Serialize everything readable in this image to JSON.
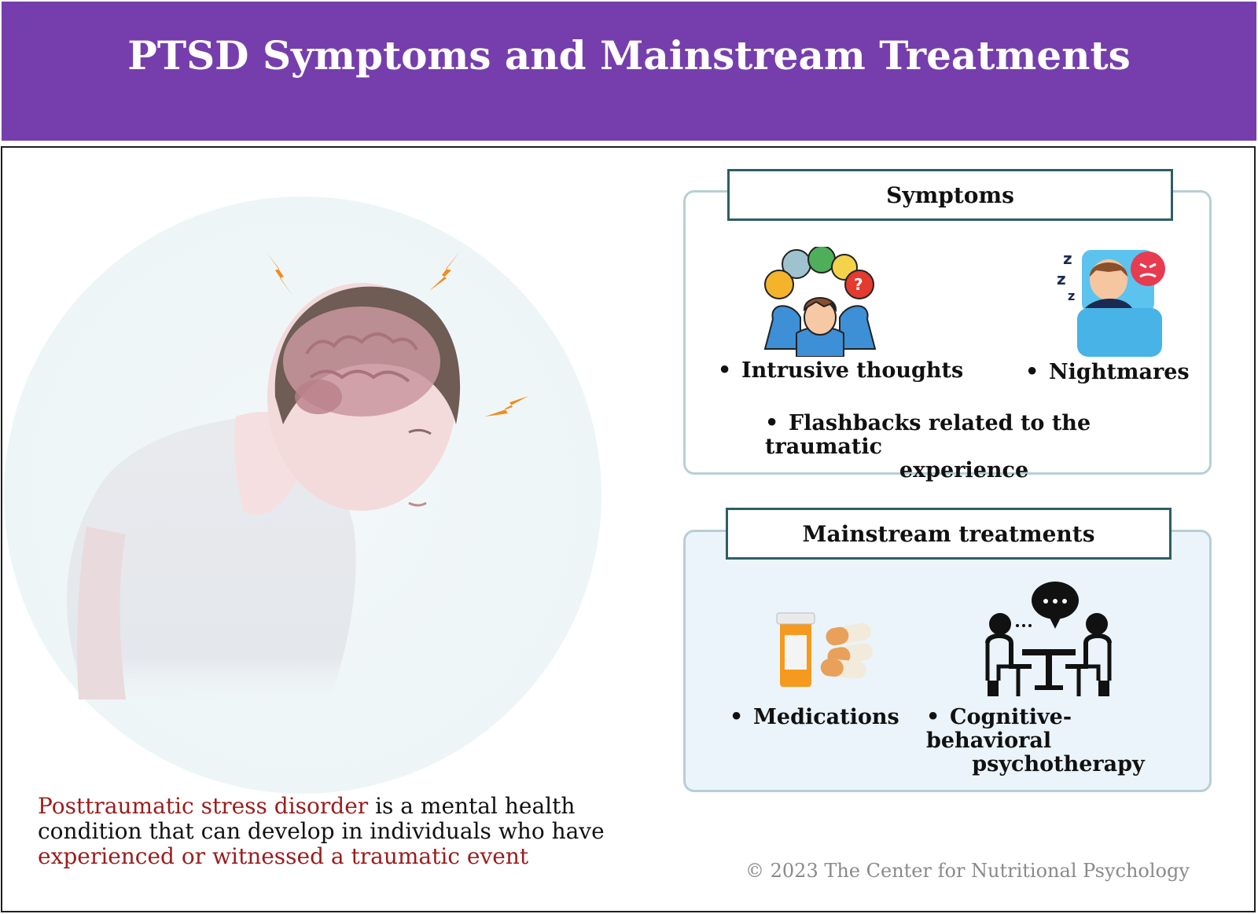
{
  "header": {
    "title": "PTSD Symptoms and Mainstream Treatments",
    "background": "#763eac"
  },
  "caption": {
    "part1": "Posttraumatic stress disorder",
    "part2": " is a mental health condition that can develop in individuals who have ",
    "part3": "experienced or witnessed a traumatic event",
    "highlight_color": "#9b1c1c"
  },
  "symptoms": {
    "title": "Symptoms",
    "items": [
      {
        "label": "Intrusive thoughts",
        "icon": "worried-person-icon"
      },
      {
        "label": "Nightmares",
        "icon": "sleeping-person-icon"
      },
      {
        "label": "Flashbacks related to the traumatic",
        "label_line2": "experience"
      }
    ]
  },
  "treatments": {
    "title": "Mainstream treatments",
    "items": [
      {
        "label": "Medications",
        "icon": "pill-bottle-icon"
      },
      {
        "label": "Cognitive-behavioral",
        "label_line2": "psychotherapy",
        "icon": "therapy-session-icon"
      }
    ]
  },
  "illustration": {
    "icon": "distressed-person-brain-icon",
    "lightning_color": "#f28c1e"
  },
  "copyright": "© 2023 The Center for Nutritional Psychology"
}
